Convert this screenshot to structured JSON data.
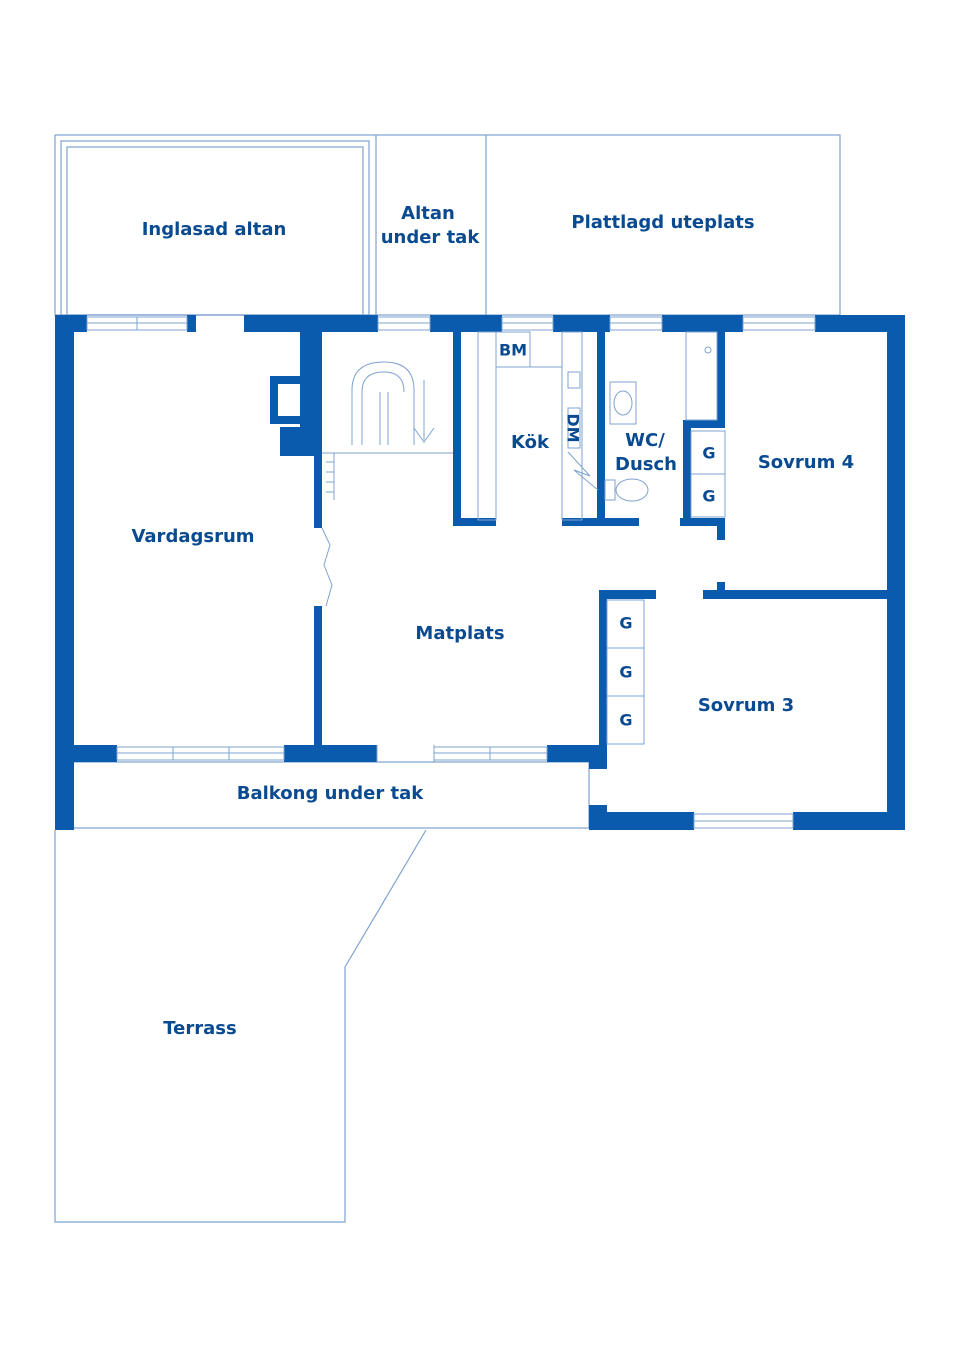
{
  "colors": {
    "wall": "#0a5aad",
    "label": "#0a4a90",
    "line": "#7fa3cf",
    "background": "#ffffff"
  },
  "rooms": {
    "inglasad_altan": "Inglasad altan",
    "altan_under_tak_1": "Altan",
    "altan_under_tak_2": "under tak",
    "plattlagd_uteplats": "Plattlagd uteplats",
    "vardagsrum": "Vardagsrum",
    "kok": "Kök",
    "wc_dusch_1": "WC/",
    "wc_dusch_2": "Dusch",
    "sovrum_4": "Sovrum 4",
    "matplats": "Matplats",
    "sovrum_3": "Sovrum 3",
    "balkong_under_tak": "Balkong under tak",
    "terrass": "Terrass"
  },
  "fixtures": {
    "bm": "BM",
    "dm": "DM",
    "wardrobe": "G"
  }
}
